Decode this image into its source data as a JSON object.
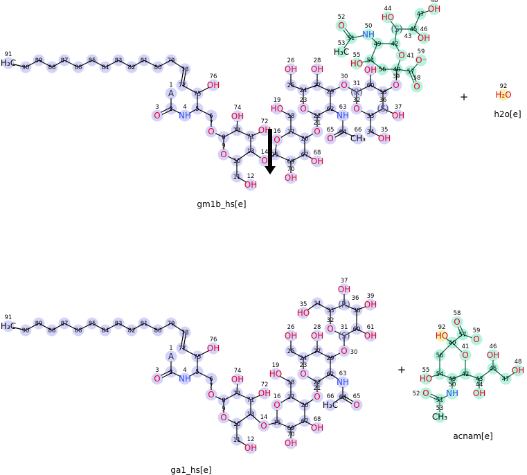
{
  "reaction": {
    "plus_sign": "+",
    "arrow_direction": "down"
  },
  "colors": {
    "oxygen": "#e8002a",
    "nitrogen": "#3050f8",
    "carbon": "#000000",
    "stereo": "#555577",
    "highlight_main": "#d4d4fa",
    "highlight_sialic": "#b5f3dc",
    "highlight_water": "#eef5a8"
  },
  "molecules": {
    "gm1b": {
      "name": "gm1b_hs[e]",
      "atoms": [
        {
          "n": "1",
          "t": "A"
        },
        {
          "n": "2",
          "t": ""
        },
        {
          "n": "3",
          "t": "O"
        },
        {
          "n": "4",
          "t": "NH"
        },
        {
          "n": "5",
          "t": ""
        },
        {
          "n": "6",
          "t": ""
        },
        {
          "n": "7",
          "t": "O"
        },
        {
          "n": "8",
          "t": ""
        },
        {
          "n": "9",
          "t": "O"
        },
        {
          "n": "10",
          "t": ""
        },
        {
          "n": "11",
          "t": ""
        },
        {
          "n": "12",
          "t": "OH"
        },
        {
          "n": "13",
          "t": ""
        },
        {
          "n": "14",
          "t": "O"
        },
        {
          "n": "15",
          "t": ""
        },
        {
          "n": "16",
          "t": "O"
        },
        {
          "n": "17",
          "t": ""
        },
        {
          "n": "18",
          "t": ""
        },
        {
          "n": "19",
          "t": "HO"
        },
        {
          "n": "20",
          "t": ""
        },
        {
          "n": "21",
          "t": "O"
        },
        {
          "n": "22",
          "t": ""
        },
        {
          "n": "23",
          "t": "O"
        },
        {
          "n": "24",
          "t": ""
        },
        {
          "n": "25",
          "t": ""
        },
        {
          "n": "26",
          "t": "OH"
        },
        {
          "n": "27",
          "t": ""
        },
        {
          "n": "28",
          "t": "OH"
        },
        {
          "n": "29",
          "t": ""
        },
        {
          "n": "30",
          "t": "O"
        },
        {
          "n": "31",
          "t": "(R)"
        },
        {
          "n": "32",
          "t": "O"
        },
        {
          "n": "33",
          "t": ""
        },
        {
          "n": "34",
          "t": ""
        },
        {
          "n": "35",
          "t": "OH"
        },
        {
          "n": "36",
          "t": "(S)"
        },
        {
          "n": "37",
          "t": "OH"
        },
        {
          "n": "38",
          "t": ""
        },
        {
          "n": "39",
          "t": "O"
        },
        {
          "n": "40",
          "t": "",
          "g": 1
        },
        {
          "n": "41",
          "t": "O",
          "g": 1
        },
        {
          "n": "42",
          "t": "",
          "g": 1
        },
        {
          "n": "43",
          "t": "(S)",
          "g": 1
        },
        {
          "n": "44",
          "t": "HO",
          "g": 1
        },
        {
          "n": "45",
          "t": "",
          "g": 1
        },
        {
          "n": "46",
          "t": "OH",
          "g": 1
        },
        {
          "n": "47",
          "t": "",
          "g": 1
        },
        {
          "n": "48",
          "t": "OH",
          "g": 1
        },
        {
          "n": "49",
          "t": "",
          "g": 1
        },
        {
          "n": "50",
          "t": "NH",
          "g": 1
        },
        {
          "n": "51",
          "t": "",
          "g": 1
        },
        {
          "n": "52",
          "t": "O",
          "g": 1
        },
        {
          "n": "53",
          "t": "H₃C",
          "g": 1
        },
        {
          "n": "54",
          "t": "",
          "g": 1
        },
        {
          "n": "55",
          "t": "HO",
          "g": 1
        },
        {
          "n": "56",
          "t": "",
          "g": 1
        },
        {
          "n": "57",
          "t": "",
          "g": 1
        },
        {
          "n": "58",
          "t": "O",
          "g": 1
        },
        {
          "n": "59",
          "t": "O⁻",
          "g": 1
        },
        {
          "n": "60",
          "t": ""
        },
        {
          "n": "61",
          "t": "OH",
          "hide_num": true
        },
        {
          "n": "62",
          "t": ""
        },
        {
          "n": "63",
          "t": "NH"
        },
        {
          "n": "64",
          "t": ""
        },
        {
          "n": "65",
          "t": "O"
        },
        {
          "n": "66",
          "t": "CH₃"
        },
        {
          "n": "67",
          "t": ""
        },
        {
          "n": "68",
          "t": "OH"
        },
        {
          "n": "69",
          "t": ""
        },
        {
          "n": "70",
          "t": "OH"
        },
        {
          "n": "71",
          "t": ""
        },
        {
          "n": "72",
          "t": "OH"
        },
        {
          "n": "73",
          "t": ""
        },
        {
          "n": "74",
          "t": "OH"
        },
        {
          "n": "75",
          "t": ""
        },
        {
          "n": "76",
          "t": "OH"
        },
        {
          "n": "77",
          "t": ""
        },
        {
          "n": "78",
          "t": ""
        },
        {
          "n": "79",
          "t": ""
        },
        {
          "n": "80",
          "t": ""
        },
        {
          "n": "81",
          "t": ""
        },
        {
          "n": "82",
          "t": ""
        },
        {
          "n": "83",
          "t": ""
        },
        {
          "n": "84",
          "t": ""
        },
        {
          "n": "85",
          "t": ""
        },
        {
          "n": "86",
          "t": ""
        },
        {
          "n": "87",
          "t": ""
        },
        {
          "n": "88",
          "t": ""
        },
        {
          "n": "89",
          "t": ""
        },
        {
          "n": "90",
          "t": ""
        },
        {
          "n": "91",
          "t": "H₃C"
        }
      ]
    },
    "h2o": {
      "name": "h2o[e]",
      "atoms": [
        {
          "n": "92",
          "t": "H₂O",
          "y": 1
        }
      ]
    },
    "ga1": {
      "name": "ga1_hs[e]",
      "atoms": [
        {
          "n": "1",
          "t": "A"
        },
        {
          "n": "2",
          "t": ""
        },
        {
          "n": "3",
          "t": "O"
        },
        {
          "n": "4",
          "t": "NH"
        },
        {
          "n": "5",
          "t": ""
        },
        {
          "n": "6",
          "t": ""
        },
        {
          "n": "7",
          "t": "O"
        },
        {
          "n": "8",
          "t": ""
        },
        {
          "n": "9",
          "t": "O"
        },
        {
          "n": "10",
          "t": ""
        },
        {
          "n": "11",
          "t": ""
        },
        {
          "n": "12",
          "t": "OH"
        },
        {
          "n": "13",
          "t": ""
        },
        {
          "n": "14",
          "t": "O"
        },
        {
          "n": "15",
          "t": ""
        },
        {
          "n": "16",
          "t": "O"
        },
        {
          "n": "17",
          "t": ""
        },
        {
          "n": "18",
          "t": ""
        },
        {
          "n": "19",
          "t": "HO"
        },
        {
          "n": "20",
          "t": ""
        },
        {
          "n": "21",
          "t": "O"
        },
        {
          "n": "22",
          "t": ""
        },
        {
          "n": "23",
          "t": "O"
        },
        {
          "n": "24",
          "t": ""
        },
        {
          "n": "25",
          "t": ""
        },
        {
          "n": "26",
          "t": "OH"
        },
        {
          "n": "27",
          "t": ""
        },
        {
          "n": "28",
          "t": "OH"
        },
        {
          "n": "29",
          "t": ""
        },
        {
          "n": "30",
          "t": "O"
        },
        {
          "n": "31",
          "t": "(S)"
        },
        {
          "n": "32",
          "t": "O"
        },
        {
          "n": "33",
          "t": ""
        },
        {
          "n": "34",
          "t": ""
        },
        {
          "n": "35",
          "t": "HO"
        },
        {
          "n": "36",
          "t": "(R)"
        },
        {
          "n": "37",
          "t": "OH"
        },
        {
          "n": "38",
          "t": ""
        },
        {
          "n": "39",
          "t": "OH"
        },
        {
          "n": "60",
          "t": ""
        },
        {
          "n": "61",
          "t": "OH"
        },
        {
          "n": "62",
          "t": ""
        },
        {
          "n": "63",
          "t": "NH"
        },
        {
          "n": "64",
          "t": ""
        },
        {
          "n": "65",
          "t": "O"
        },
        {
          "n": "66",
          "t": "H₃C"
        },
        {
          "n": "67",
          "t": ""
        },
        {
          "n": "68",
          "t": "OH"
        },
        {
          "n": "69",
          "t": ""
        },
        {
          "n": "70",
          "t": "OH"
        },
        {
          "n": "71",
          "t": ""
        },
        {
          "n": "72",
          "t": "OH"
        },
        {
          "n": "73",
          "t": ""
        },
        {
          "n": "74",
          "t": "OH"
        },
        {
          "n": "75",
          "t": ""
        },
        {
          "n": "76",
          "t": "OH"
        },
        {
          "n": "77",
          "t": ""
        },
        {
          "n": "78",
          "t": ""
        },
        {
          "n": "79",
          "t": ""
        },
        {
          "n": "80",
          "t": ""
        },
        {
          "n": "81",
          "t": ""
        },
        {
          "n": "82",
          "t": ""
        },
        {
          "n": "83",
          "t": ""
        },
        {
          "n": "84",
          "t": ""
        },
        {
          "n": "85",
          "t": ""
        },
        {
          "n": "86",
          "t": ""
        },
        {
          "n": "87",
          "t": ""
        },
        {
          "n": "88",
          "t": ""
        },
        {
          "n": "89",
          "t": ""
        },
        {
          "n": "90",
          "t": ""
        },
        {
          "n": "91",
          "t": "H₃C"
        }
      ]
    },
    "acnam": {
      "name": "acnam[e]",
      "atoms": [
        {
          "n": "40",
          "t": "",
          "g": 1
        },
        {
          "n": "41",
          "t": "O",
          "g": 1
        },
        {
          "n": "42",
          "t": "",
          "g": 1
        },
        {
          "n": "43",
          "t": "",
          "g": 1
        },
        {
          "n": "44",
          "t": "OH",
          "g": 1
        },
        {
          "n": "45",
          "t": "",
          "g": 1
        },
        {
          "n": "46",
          "t": "OH",
          "g": 1
        },
        {
          "n": "47",
          "t": "",
          "g": 1
        },
        {
          "n": "48",
          "t": "OH",
          "g": 1
        },
        {
          "n": "49",
          "t": "",
          "g": 1
        },
        {
          "n": "50",
          "t": "NH",
          "g": 1
        },
        {
          "n": "51",
          "t": "",
          "g": 1
        },
        {
          "n": "52",
          "t": "O",
          "g": 1
        },
        {
          "n": "53",
          "t": "CH₃",
          "g": 1
        },
        {
          "n": "54",
          "t": "",
          "g": 1
        },
        {
          "n": "55",
          "t": "HO",
          "g": 1
        },
        {
          "n": "56",
          "t": "",
          "g": 1
        },
        {
          "n": "57",
          "t": "",
          "g": 1
        },
        {
          "n": "58",
          "t": "O",
          "g": 1
        },
        {
          "n": "59",
          "t": "O",
          "g": 1
        },
        {
          "n": "92",
          "t": "HO",
          "y": 1
        }
      ]
    }
  }
}
